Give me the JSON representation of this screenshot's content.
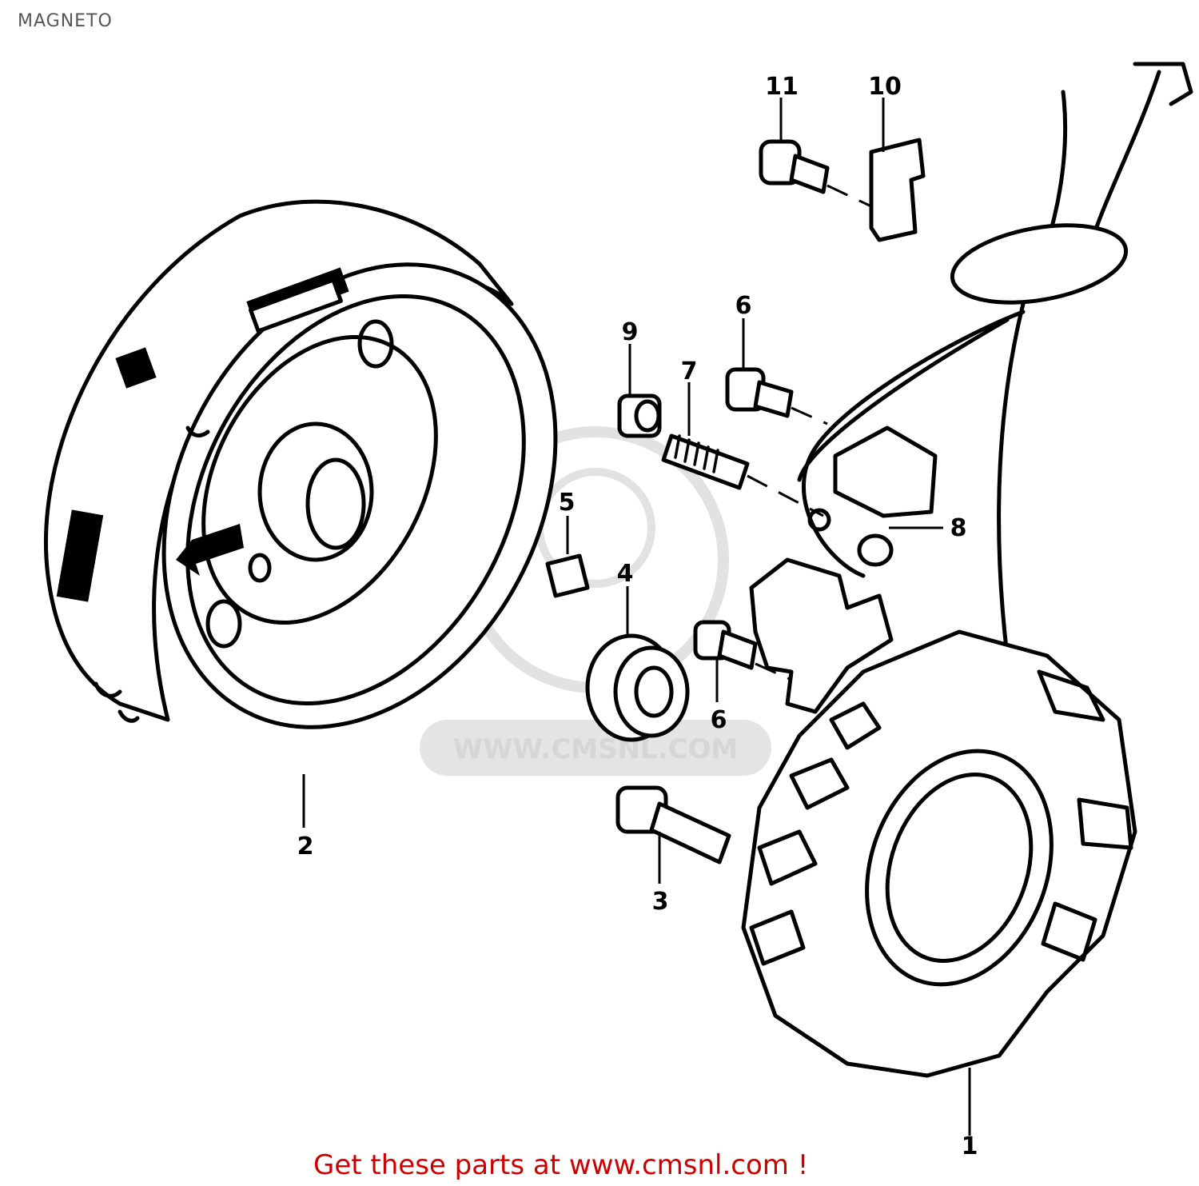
{
  "title": "MAGNETO",
  "footer": "Get these parts at www.cmsnl.com !",
  "watermark": "WWW.CMSNL.COM",
  "callouts": {
    "p1": "1",
    "p2": "2",
    "p3": "3",
    "p4": "4",
    "p5": "5",
    "p6a": "6",
    "p6b": "6",
    "p7": "7",
    "p8": "8",
    "p9": "9",
    "p10": "10",
    "p11": "11"
  },
  "colors": {
    "footer": "#cc0000",
    "title": "#555555",
    "watermark": "#d6d6d6"
  }
}
